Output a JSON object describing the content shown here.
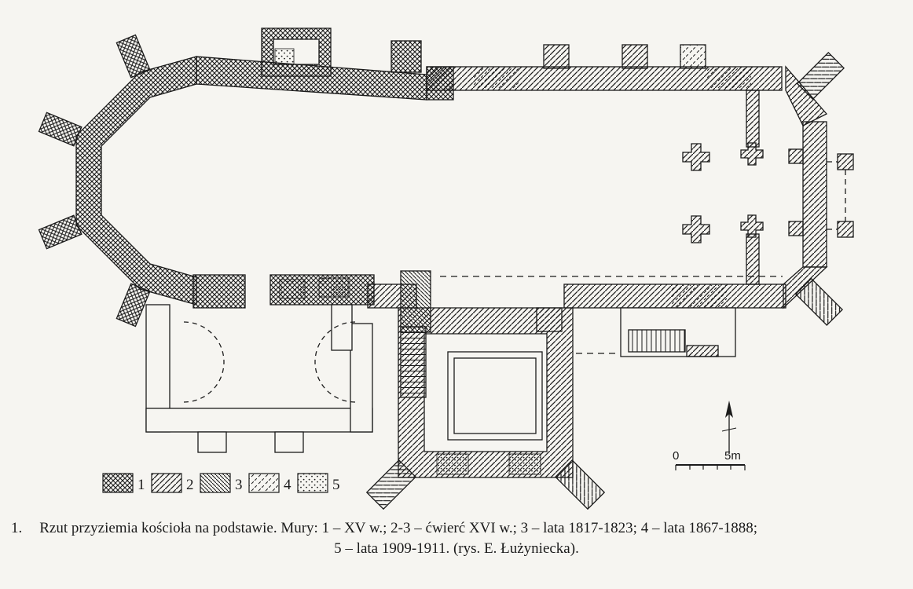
{
  "figure": {
    "number": "1.",
    "caption_line1": "Rzut przyziemia kościoła na podstawie. Mury: 1 – XV w.; 2-3 –  ćwierć XVI w.; 3 – lata 1817-1823; 4 – lata 1867-1888;",
    "caption_line2": "5 – lata  1909-1911.  (rys. E. Łużyniecka)."
  },
  "legend": {
    "items": [
      {
        "label": "1",
        "pattern": "crosshatch"
      },
      {
        "label": "2",
        "pattern": "diagonal-hatch-wide"
      },
      {
        "label": "3",
        "pattern": "diagonal-hatch-fine"
      },
      {
        "label": "4",
        "pattern": "diagonal-hatch-dashed"
      },
      {
        "label": "5",
        "pattern": "stipple-dots"
      }
    ]
  },
  "scale_bar": {
    "zero_label": "0",
    "end_label": "5m"
  },
  "colors": {
    "ink": "#1b1b1b",
    "paper": "#f6f5f1"
  }
}
